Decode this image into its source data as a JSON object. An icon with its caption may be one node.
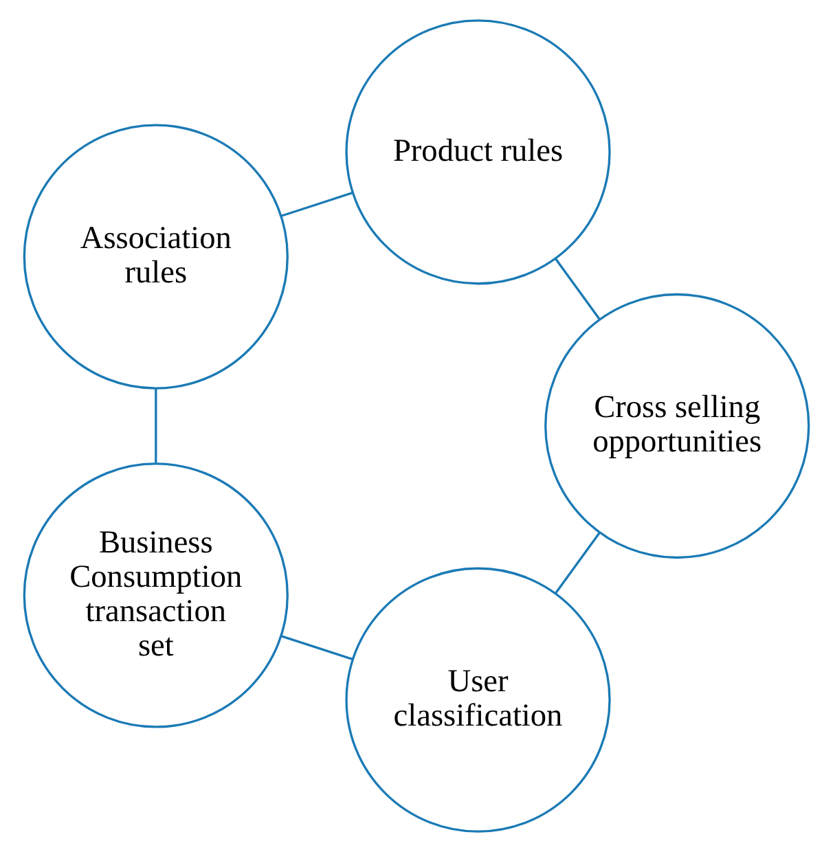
{
  "diagram": {
    "nodes": [
      {
        "text": [
          "User classification"
        ]
      },
      {
        "text": [
          "Cross selling opportunities"
        ]
      },
      {
        "text": [
          "Business Consumption transaction set"
        ]
      },
      {
        "text": [
          "Product rules"
        ]
      },
      {
        "text": [
          "Association rules"
        ]
      }
    ],
    "edges": [
      {
        "from": 0,
        "to": 2,
        "arrow": "none"
      },
      {
        "from": 2,
        "to": 4,
        "arrow": "none"
      },
      {
        "from": 4,
        "to": 3,
        "arrow": "none"
      },
      {
        "from": 3,
        "to": 1,
        "arrow": "none"
      },
      {
        "from": 1,
        "to": 0,
        "arrow": "none"
      }
    ]
  }
}
